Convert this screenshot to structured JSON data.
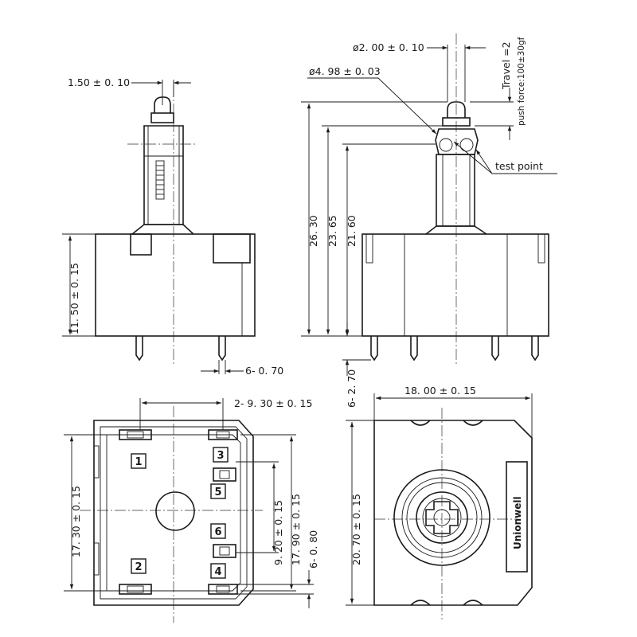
{
  "dimensions": {
    "shaft_width": "1.50 ± 0. 10",
    "shaft_dia": "ø2. 00 ± 0. 10",
    "cap_dia": "ø4. 98 ± 0. 03",
    "travel": "Travel =2",
    "push_force": "push force:100±30gf",
    "test_point": "test point",
    "body_height": "11. 50 ± 0. 15",
    "total_height": "26. 30",
    "height_2": "23. 65",
    "height_3": "21. 60",
    "pin_width": "6- 0. 70",
    "pin_length": "6- 2. 70",
    "pin_spacing": "2- 9. 30 ± 0. 15",
    "bottom_height": "17. 30 ± 0. 15",
    "pin_pitch": "9. 20 ± 0. 15",
    "pin_span": "17. 90 ± 0. 15",
    "pin_width_2": "6- 0. 80",
    "top_width": "18. 00 ± 0. 15",
    "top_height": "20. 70 ± 0. 15"
  },
  "pins": {
    "p1": "1",
    "p2": "2",
    "p3": "3",
    "p4": "4",
    "p5": "5",
    "p6": "6"
  },
  "brand": "Unionwell"
}
